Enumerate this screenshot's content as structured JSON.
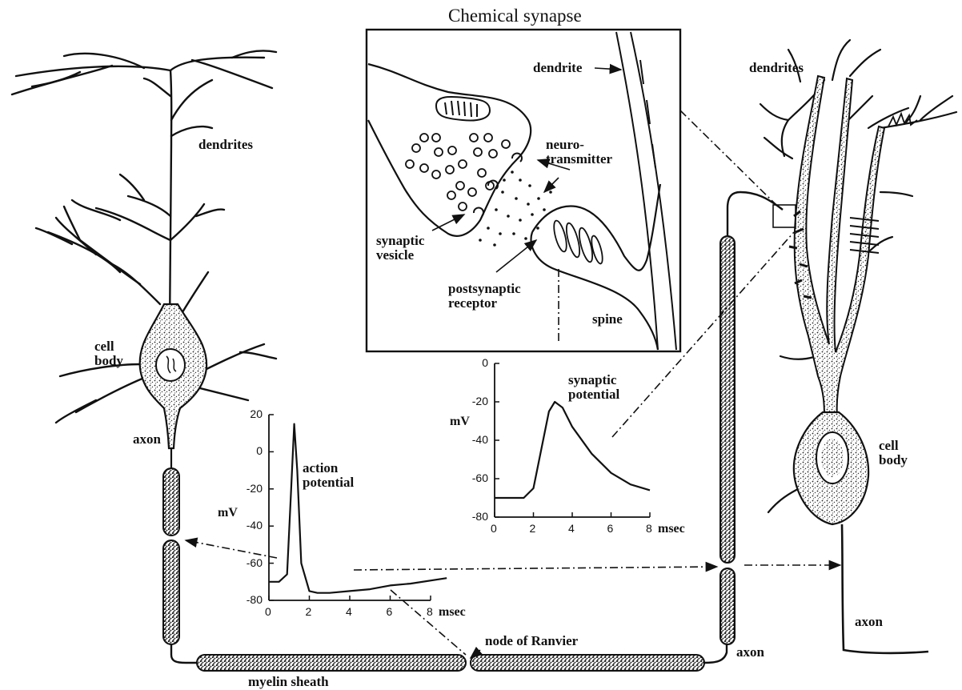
{
  "title": "Chemical synapse",
  "labels": {
    "dendrites_left": "dendrites",
    "cell_body_left": "cell\nbody",
    "axon_left": "axon",
    "myelin_sheath": "myelin sheath",
    "node_of_ranvier": "node of Ranvier",
    "axon_mid": "axon",
    "dendrites_right": "dendrites",
    "cell_body_right": "cell\nbody",
    "axon_right": "axon",
    "inset_dendrite": "dendrite",
    "neurotransmitter": "neuro-\ntransmitter",
    "synaptic_vesicle": "synaptic\nvesicle",
    "postsynaptic_receptor": "postsynaptic\nreceptor",
    "spine": "spine"
  },
  "chart_data": [
    {
      "type": "line",
      "name": "action potential",
      "annotation": "action\npotential",
      "ylabel": "mV",
      "xunit": "msec",
      "x_ticks": [
        "0",
        "2",
        "4",
        "6",
        "8"
      ],
      "y_ticks": [
        "20",
        "0",
        "-20",
        "-40",
        "-60",
        "-80"
      ],
      "xlim": [
        0,
        8
      ],
      "ylim": [
        -80,
        20
      ],
      "x": [
        0,
        0.5,
        0.9,
        1.1,
        1.25,
        1.4,
        1.6,
        2.0,
        2.4,
        3,
        4,
        5,
        6,
        7,
        8.8
      ],
      "y": [
        -70,
        -70,
        -66,
        -20,
        15,
        -10,
        -60,
        -75,
        -76,
        -76,
        -75,
        -74,
        -72,
        -71,
        -68
      ]
    },
    {
      "type": "line",
      "name": "synaptic potential",
      "annotation": "synaptic\npotential",
      "ylabel": "mV",
      "xunit": "msec",
      "x_ticks": [
        "0",
        "2",
        "4",
        "6",
        "8"
      ],
      "y_ticks": [
        "0",
        "-20",
        "-40",
        "-60",
        "-80"
      ],
      "xlim": [
        0,
        8
      ],
      "ylim": [
        -80,
        0
      ],
      "x": [
        0,
        1.5,
        2.0,
        2.4,
        2.8,
        3.1,
        3.5,
        4.0,
        5.0,
        6.0,
        7.0,
        8.0
      ],
      "y": [
        -70,
        -70,
        -65,
        -45,
        -25,
        -20,
        -23,
        -33,
        -47,
        -57,
        -63,
        -66
      ]
    }
  ]
}
